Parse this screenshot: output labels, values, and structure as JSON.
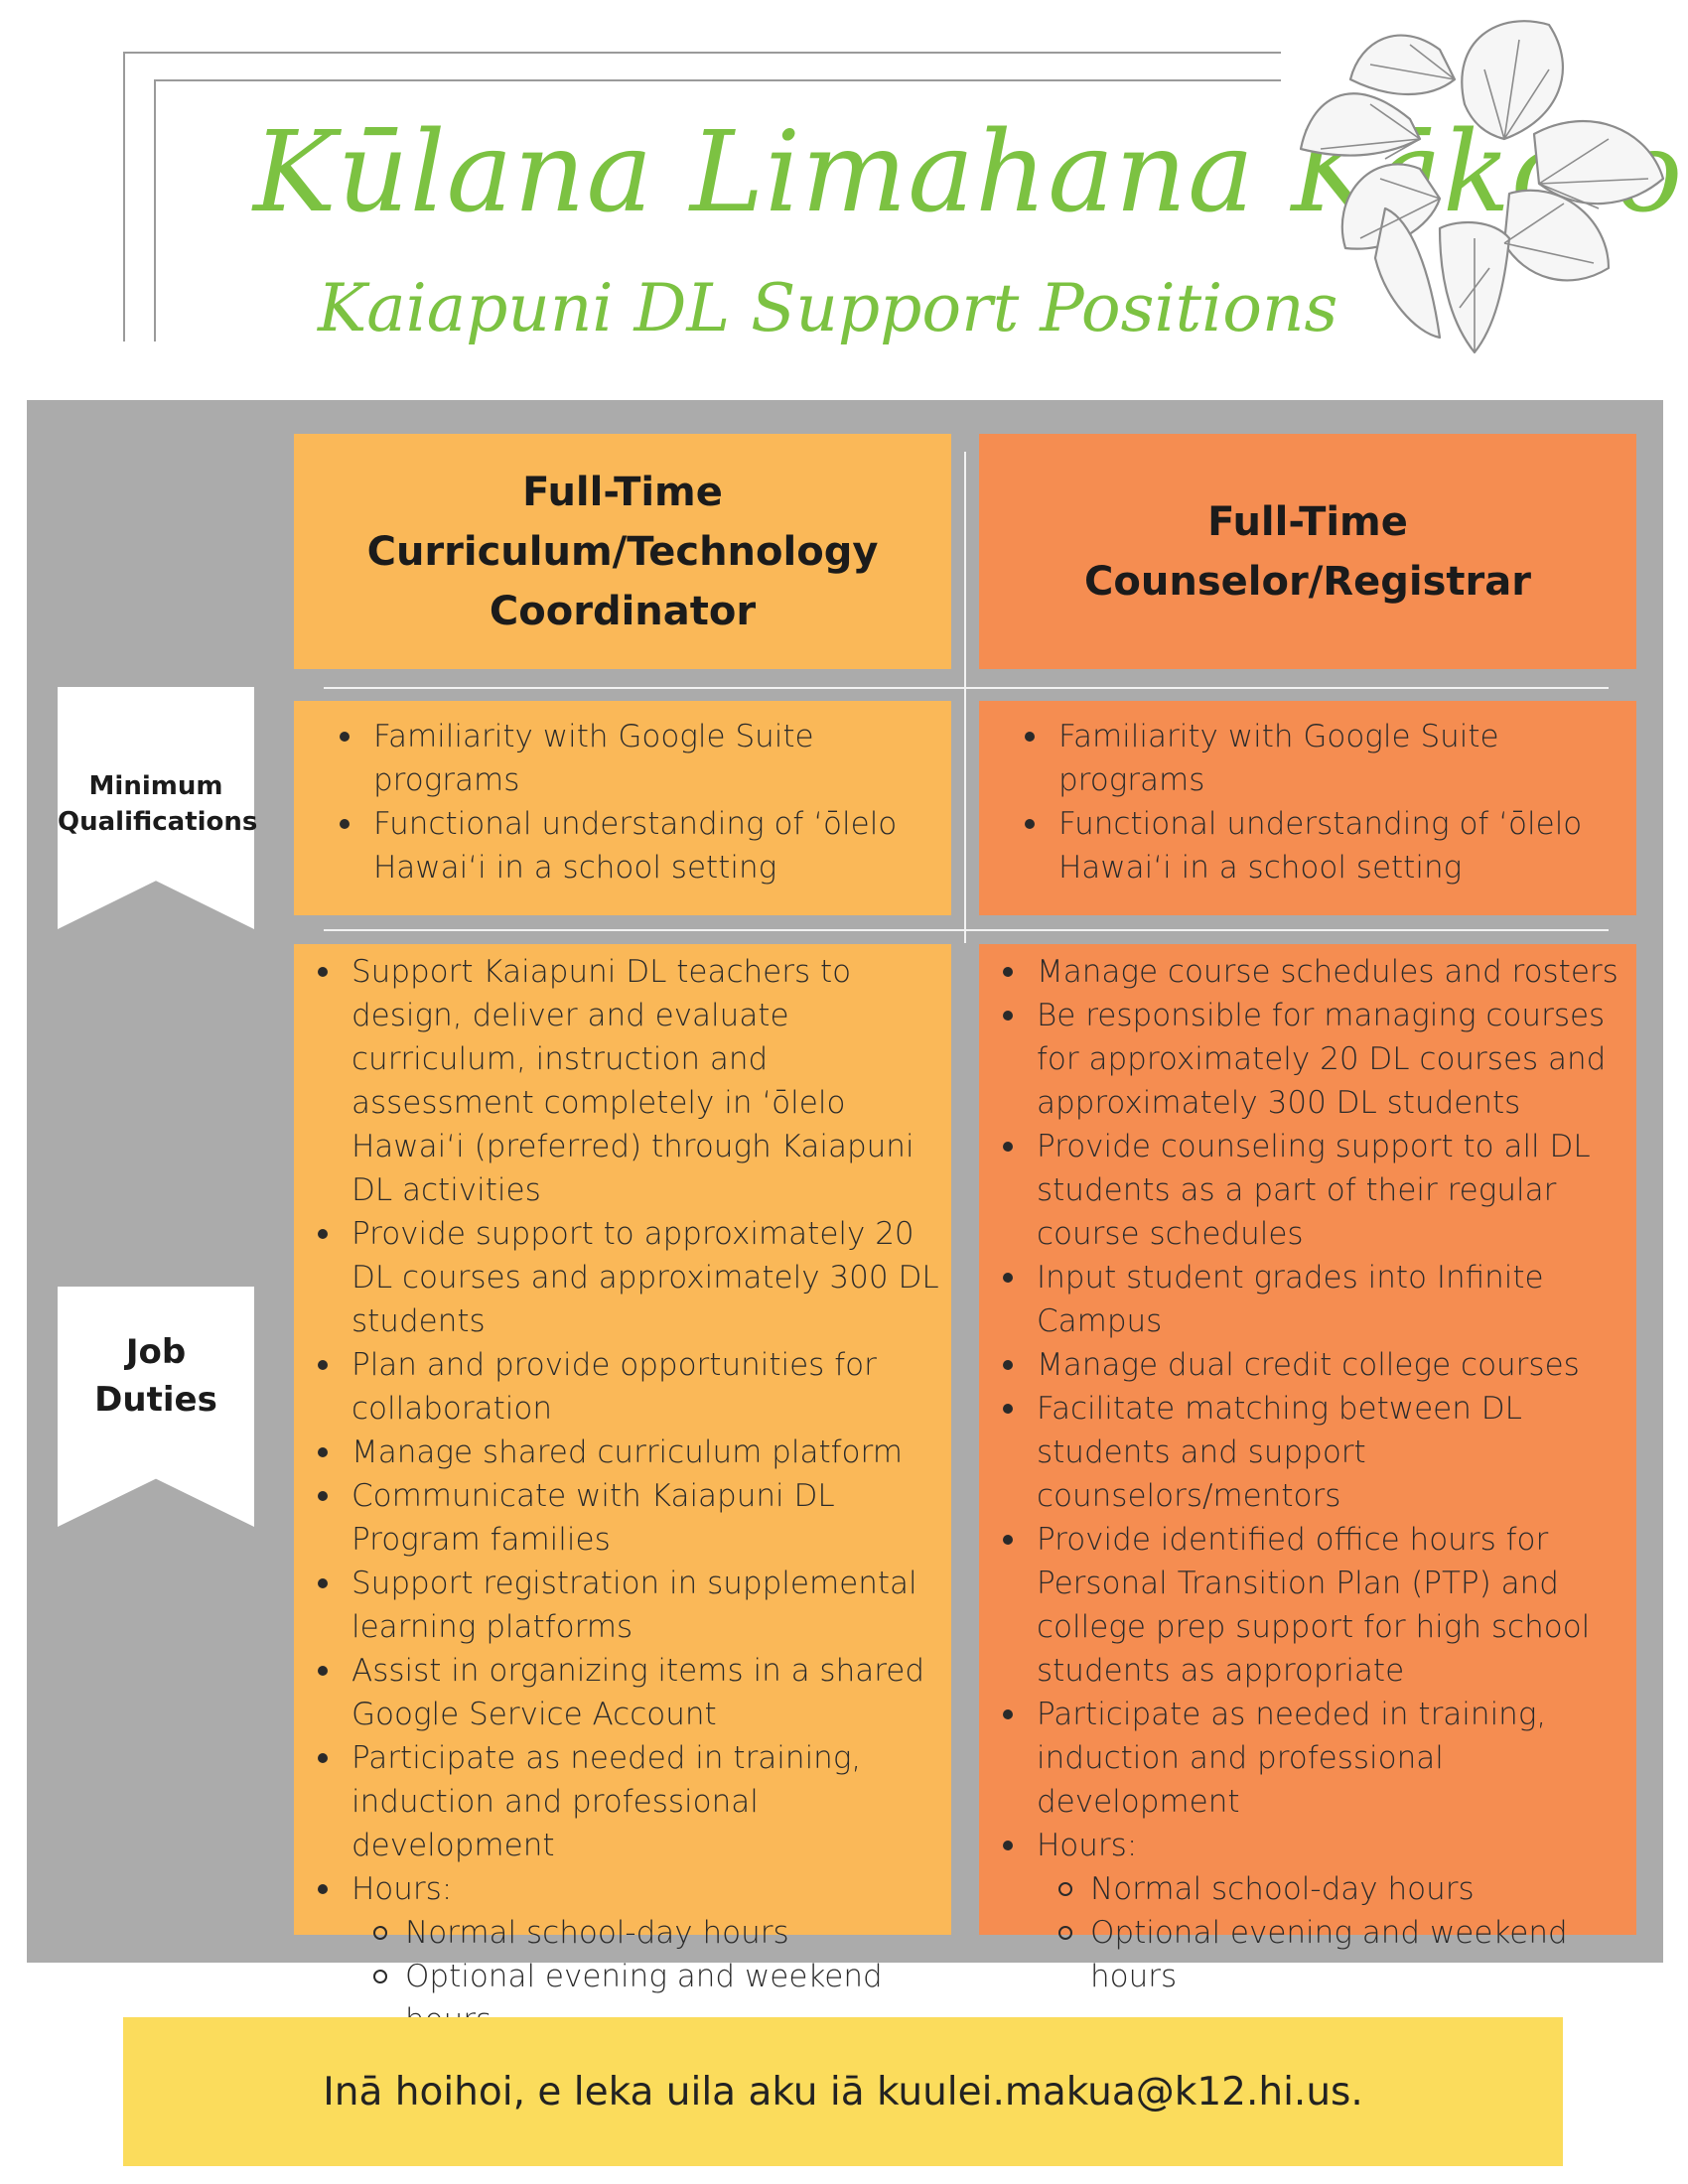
{
  "header": {
    "title": "Kūlana Limahana Kākoʻo",
    "subtitle": "Kaiapuni DL Support Positions",
    "illustration_icon": "taro-leaf-icon"
  },
  "labels": {
    "qualifications": [
      "Minimum",
      "Qualifications"
    ],
    "duties": [
      "Job",
      "Duties"
    ]
  },
  "columns": [
    {
      "title_lines": [
        "Full-Time",
        "Curriculum/Technology",
        "Coordinator"
      ],
      "color": "#fab858",
      "qualifications": [
        "Familiarity with Google Suite programs",
        "Functional understanding of ʻōlelo Hawaiʻi in a school setting"
      ],
      "duties": [
        "Support Kaiapuni DL teachers to design, deliver and evaluate curriculum, instruction and assessment completely in ʻōlelo Hawaiʻi (preferred) through Kaiapuni DL activities",
        "Provide support to approximately 20 DL courses and approximately 300 DL students",
        "Plan and provide opportunities for collaboration",
        "Manage shared curriculum platform",
        "Communicate with Kaiapuni DL Program families",
        "Support registration in supplemental learning platforms",
        "Assist in organizing items in a shared Google Service Account",
        "Participate as needed in training, induction and professional development",
        "Hours:"
      ],
      "hours": [
        "Normal school-day hours",
        "Optional evening and weekend hours"
      ]
    },
    {
      "title_lines": [
        "Full-Time",
        "Counselor/Registrar"
      ],
      "color": "#f58d51",
      "qualifications": [
        "Familiarity with Google Suite programs",
        "Functional understanding of ʻōlelo Hawaiʻi in a school setting"
      ],
      "duties": [
        "Manage course schedules and rosters",
        "Be responsible for managing courses for approximately 20 DL courses and approximately 300 DL students",
        "Provide counseling support to all DL students as a part of their regular course schedules",
        "Input student grades into Infinite Campus",
        "Manage dual credit college courses",
        "Facilitate matching between DL students and support counselors/mentors",
        "Provide identified office hours for Personal Transition Plan (PTP) and college prep support for high school students as appropriate",
        "Participate as needed in training, induction and professional development",
        "Hours:"
      ],
      "hours": [
        "Normal school-day hours",
        "Optional evening and weekend hours"
      ]
    }
  ],
  "footer": {
    "text": "Inā hoihoi, e leka uila aku iā kuulei.makua@k12.hi.us."
  }
}
